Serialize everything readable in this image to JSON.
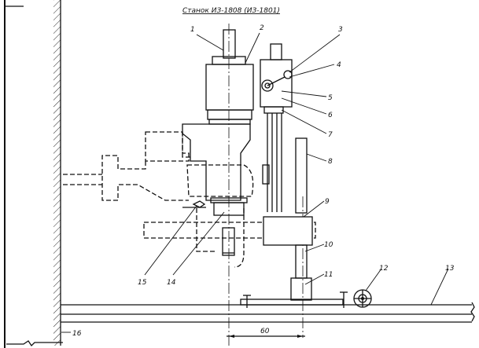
{
  "title": "Станок ИЗ-1808 (ИЗ-1801)",
  "callouts": [
    "1",
    "2",
    "3",
    "4",
    "5",
    "6",
    "7",
    "8",
    "9",
    "10",
    "11",
    "12",
    "13",
    "14",
    "15",
    "16"
  ],
  "dimension": "60"
}
